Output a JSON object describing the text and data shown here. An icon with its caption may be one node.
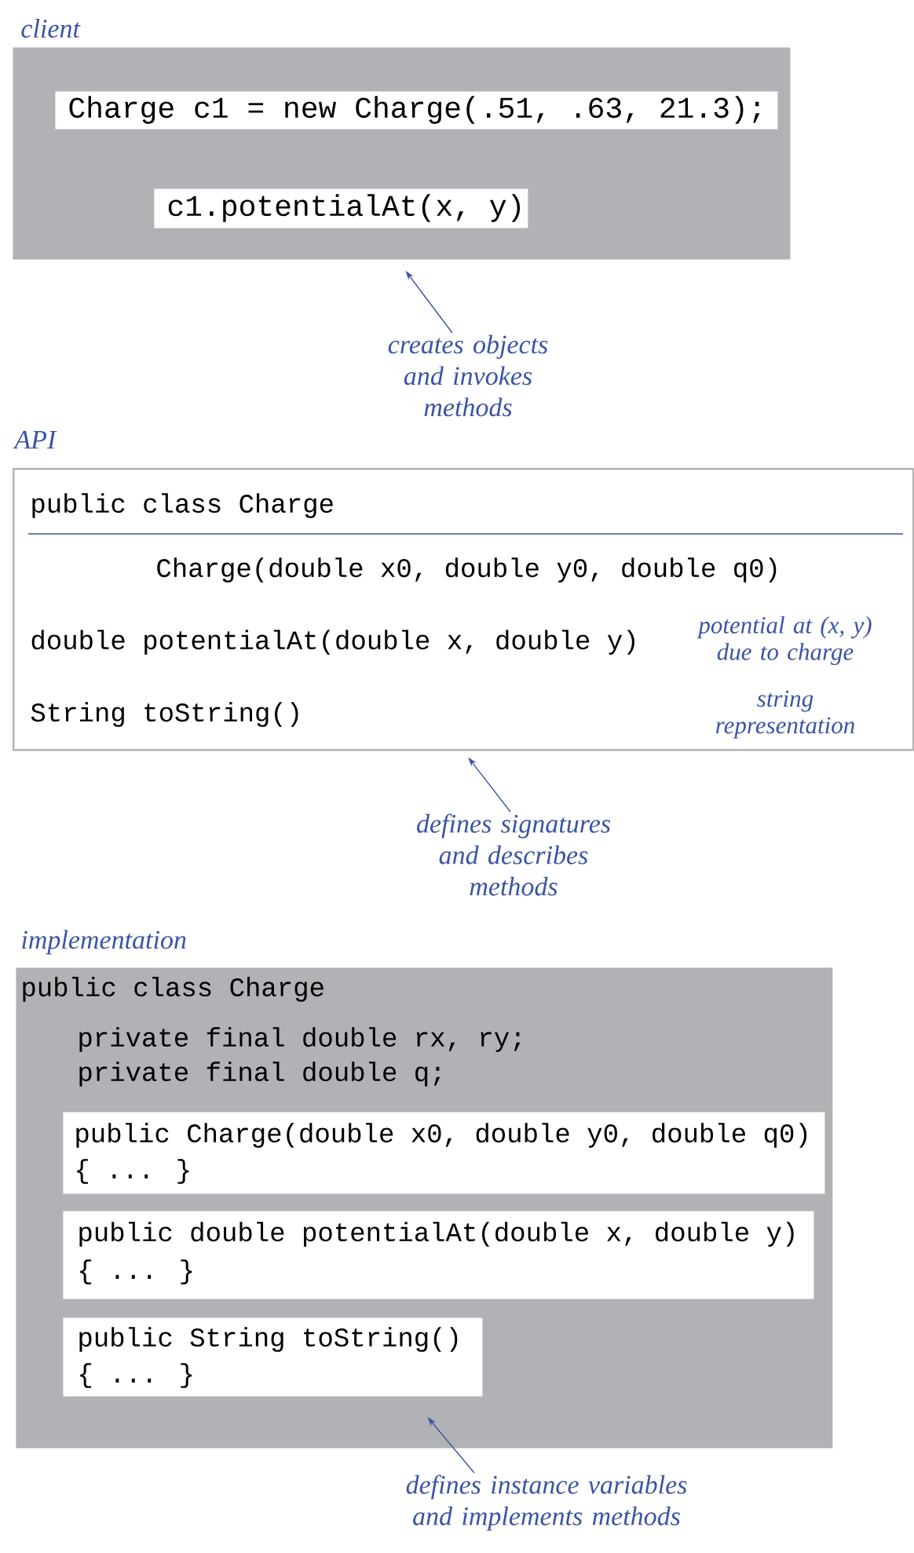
{
  "diagram": {
    "nodes": [
      {
        "text": [
          "client"
        ]
      },
      {
        "text": [
          "Charge c1 = new Charge(.51, .63, 21.3);"
        ],
        "in": 0
      },
      {
        "text": [
          "c1.potentialAt(x, y)"
        ],
        "in": 0
      },
      {
        "text": [
          "creates objects and invokes methods"
        ]
      },
      {
        "text": [
          "API",
          "public class Charge",
          "Charge(double x0, double y0, double q0)",
          "double potentialAt(double x, double y)",
          "potential at (x, y) due to charge",
          "String toString()",
          "string representation"
        ]
      },
      {
        "text": [
          "defines signatures and describes methods"
        ]
      },
      {
        "text": [
          "implementation",
          "public class Charge",
          "private final double rx, ry;",
          "private final double q;"
        ]
      },
      {
        "text": [
          "public Charge(double x0, double y0, double q0)",
          "{ ... }"
        ],
        "in": 6
      },
      {
        "text": [
          "public double potentialAt(double x, double y)",
          "{ ... }"
        ],
        "in": 6
      },
      {
        "text": [
          "public String toString()",
          "{ ... }"
        ],
        "in": 6
      },
      {
        "text": [
          "defines instance variables and implements methods"
        ]
      }
    ],
    "edges": [
      {
        "from": 3,
        "to": 0,
        "arrow": "to"
      },
      {
        "from": 5,
        "to": 4,
        "arrow": "to"
      },
      {
        "from": 10,
        "to": 6,
        "arrow": "to"
      }
    ]
  }
}
